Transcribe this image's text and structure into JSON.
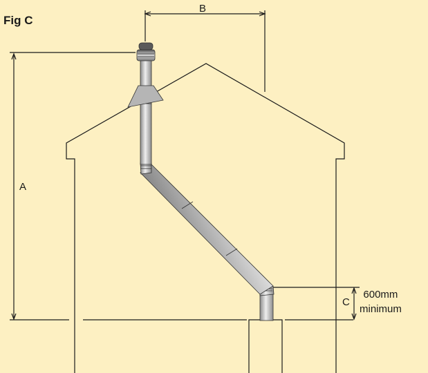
{
  "figure": {
    "title": "Fig C",
    "labels": {
      "a": "A",
      "b": "B",
      "c": "C",
      "c_value": "600mm",
      "c_note": "minimum"
    }
  },
  "colors": {
    "background": "#fdf0c2",
    "lines": "#1a1a1a",
    "flue_light": "#e6e6e6",
    "flue_dark": "#8c8c8c",
    "flashing": "#b5b5b5"
  }
}
